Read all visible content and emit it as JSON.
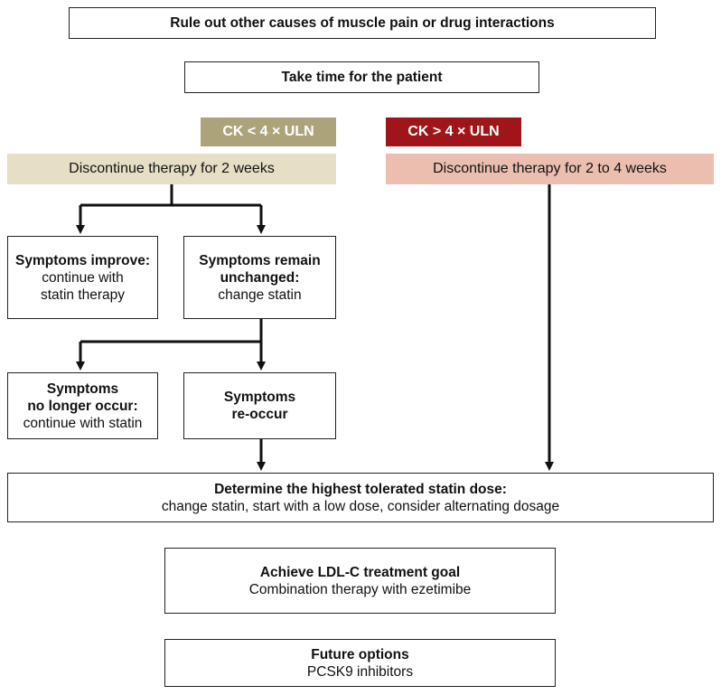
{
  "top": {
    "rule_out": "Rule out other causes of muscle pain or drug interactions",
    "take_time": "Take time for the patient"
  },
  "left_branch": {
    "tag": "CK < 4 × ULN",
    "tag_color": "#ada37a",
    "band": "Discontinue therapy for 2 weeks",
    "band_color": "#e6dfc6",
    "improve_bold": "Symptoms improve:",
    "improve_text": [
      "continue with",
      "statin therapy"
    ],
    "unchanged_bold": [
      "Symptoms remain",
      "unchanged:"
    ],
    "unchanged_text": "change statin",
    "no_longer_bold": [
      "Symptoms",
      "no longer occur:"
    ],
    "no_longer_text": "continue with statin",
    "reoccur_bold": [
      "Symptoms",
      "re-occur"
    ]
  },
  "right_branch": {
    "tag": "CK > 4 × ULN",
    "tag_color": "#a01519",
    "band": "Discontinue therapy for 2 to 4 weeks",
    "band_color": "#ebbeb0"
  },
  "determine": {
    "title": "Determine the highest tolerated statin dose:",
    "text": "change statin, start with a low dose, consider alternating dosage"
  },
  "achieve": {
    "title": "Achieve LDL-C treatment goal",
    "text": "Combination therapy with ezetimibe"
  },
  "future": {
    "title": "Future options",
    "text": "PCSK9 inhibitors"
  }
}
